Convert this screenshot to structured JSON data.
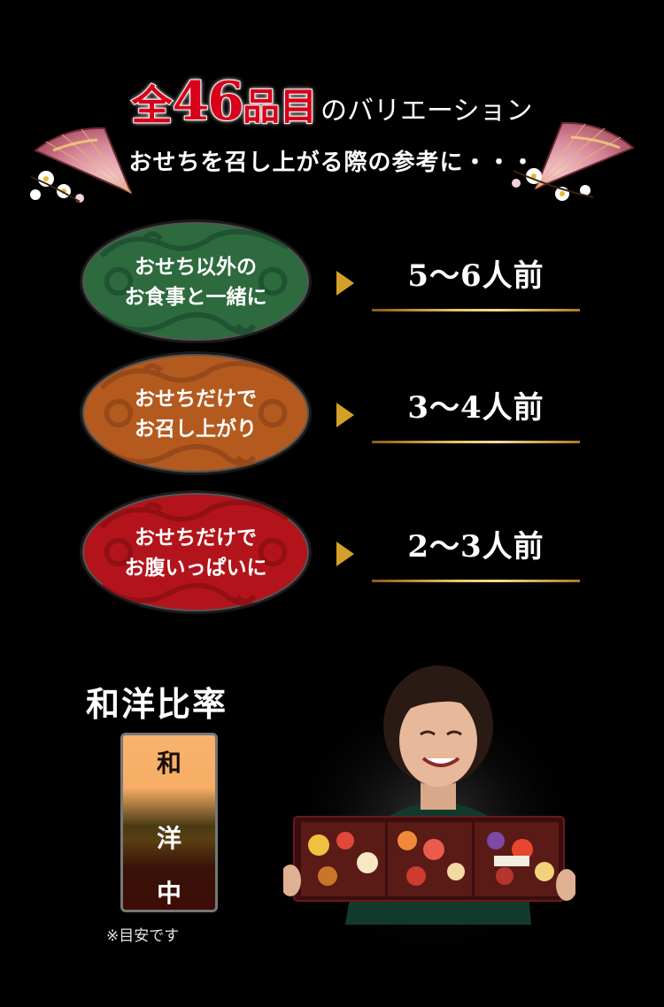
{
  "header": {
    "kin": "全",
    "count": "46",
    "hinmoku": "品目",
    "suffix": "のバリエーション",
    "subtitle": "おせちを召し上がる際の参考に・・・"
  },
  "servings": [
    {
      "line1": "おせち以外の",
      "line2": "お食事と一緒に",
      "persons": "5〜6人前",
      "color": "#2d6a3e"
    },
    {
      "line1": "おせちだけで",
      "line2": "お召し上がり",
      "persons": "3〜4人前",
      "color": "#b45a1f"
    },
    {
      "line1": "おせちだけで",
      "line2": "お腹いっぱいに",
      "persons": "2〜3人前",
      "color": "#b3141b"
    }
  ],
  "ratio": {
    "title": "和洋比率",
    "wa": "和",
    "you": "洋",
    "chu": "中",
    "note": "※目安です"
  },
  "colors": {
    "background": "#000000",
    "title_red": "#d8001a",
    "gold": "#d4a02a"
  },
  "icons": [
    "fan-icon",
    "arrow-right-icon",
    "plum-blossom-icon"
  ]
}
